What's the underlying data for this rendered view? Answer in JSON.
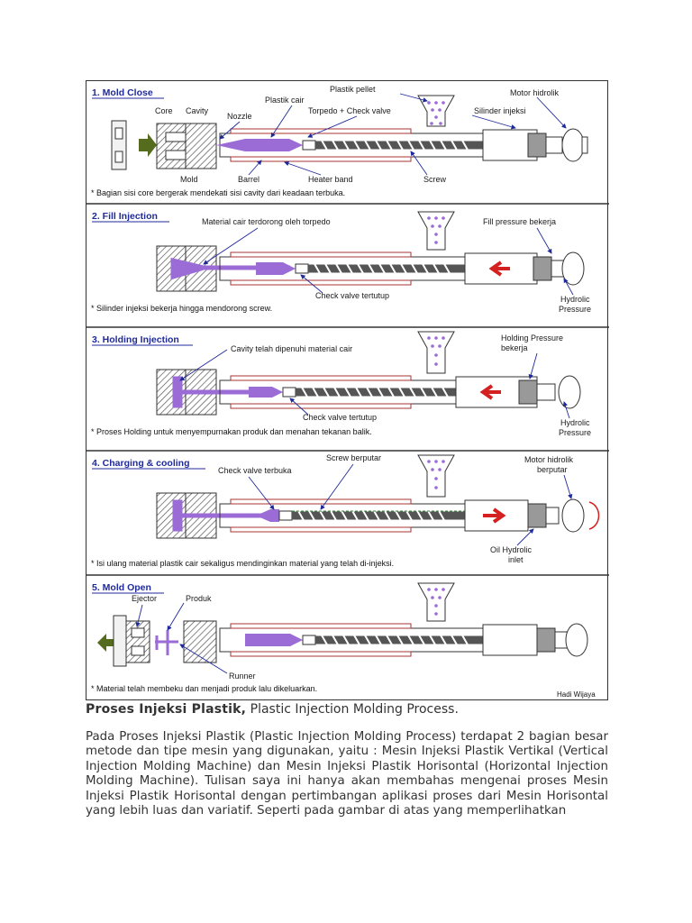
{
  "panels": [
    {
      "title": "1. Mold Close",
      "note": "* Bagian sisi core bergerak mendekati sisi cavity dari keadaan terbuka.",
      "labels": [
        "Core",
        "Cavity",
        "Nozzle",
        "Plastik cair",
        "Plastik pellet",
        "Torpedo + Check valve",
        "Silinder injeksi",
        "Motor hidrolik",
        "Mold",
        "Barrel",
        "Heater band",
        "Screw"
      ]
    },
    {
      "title": "2. Fill Injection",
      "note": "* Silinder injeksi bekerja hingga mendorong screw.",
      "labels": [
        "Material cair terdorong oleh torpedo",
        "Fill pressure bekerja",
        "Check valve tertutup",
        "Hydrolic",
        "Pressure"
      ]
    },
    {
      "title": "3. Holding Injection",
      "note": "* Proses Holding untuk menyempurnakan produk dan menahan tekanan balik.",
      "labels": [
        "Cavity telah dipenuhi material cair",
        "Holding Pressure",
        "bekerja",
        "Check valve tertutup",
        "Hydrolic",
        "Pressure"
      ]
    },
    {
      "title": "4. Charging & cooling",
      "note": "* Isi ulang material plastik cair sekaligus mendinginkan material yang telah di-injeksi.",
      "labels": [
        "Check valve terbuka",
        "Screw berputar",
        "Motor hidrolik",
        "berputar",
        "Oil Hydrolic",
        "inlet"
      ]
    },
    {
      "title": "5. Mold Open",
      "note": "* Material telah membeku dan menjadi produk lalu dikeluarkan.",
      "labels": [
        "Ejector",
        "Produk",
        "Runner"
      ]
    }
  ],
  "credit": "Hadi Wijaya",
  "caption": {
    "bold": "Proses Injeksi Plastik,",
    "rest": " Plastic Injection Molding Process."
  },
  "paragraph": "Pada Proses Injeksi Plastik (Plastic Injection Molding Process) terdapat 2 bagian besar metode dan tipe mesin yang digunakan, yaitu : Mesin Injeksi Plastik Vertikal (Vertical Injection Molding Machine) dan Mesin Injeksi Plastik Horisontal (Horizontal Injection Molding Machine). Tulisan saya ini hanya akan membahas mengenai proses Mesin Injeksi Plastik Horisontal dengan pertimbangan aplikasi proses dari Mesin Horisontal yang lebih luas dan variatif. Seperti pada gambar di atas yang memperlihatkan",
  "colors": {
    "title": "#1f2a9a",
    "plastic": "#9b6bd6",
    "arrow-red": "#d42020",
    "arrow-green": "#556b1e",
    "leader": "#1f2a9a"
  }
}
